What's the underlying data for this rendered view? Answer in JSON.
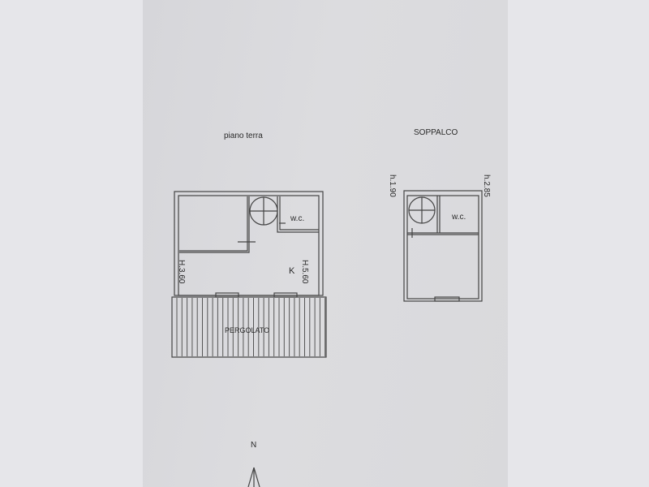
{
  "ground_floor": {
    "title": "piano terra",
    "wc": "w.c.",
    "kitchen": "K",
    "height_left": "H.3.60",
    "height_right": "H.5.60",
    "pergola": "PERGOLATO"
  },
  "mezzanine": {
    "title": "SOPPALCO",
    "wc": "w.c.",
    "height_left": "h.1.90",
    "height_right": "h.2.85"
  },
  "compass": {
    "label": "N"
  }
}
